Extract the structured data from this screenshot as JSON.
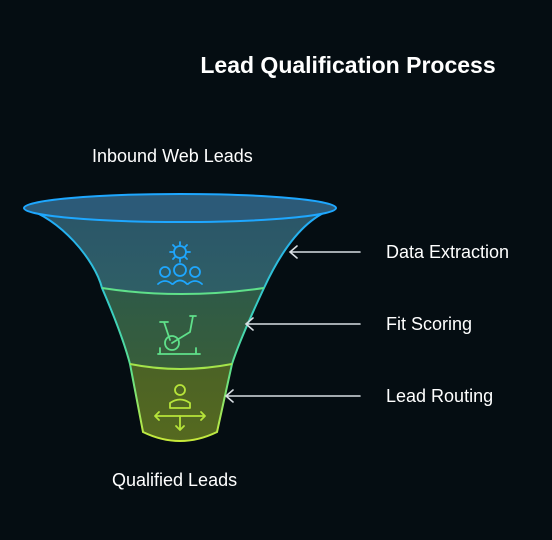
{
  "title": "Lead Qualification Process",
  "top_label": "Inbound Web Leads",
  "bottom_label": "Qualified Leads",
  "stages": [
    {
      "label": "Data Extraction",
      "icon": "gears-people-icon",
      "color": "#1ea7ff"
    },
    {
      "label": "Fit Scoring",
      "icon": "exercise-bike-icon",
      "color": "#5fe08a"
    },
    {
      "label": "Lead Routing",
      "icon": "person-arrows-icon",
      "color": "#b6e43a"
    }
  ]
}
